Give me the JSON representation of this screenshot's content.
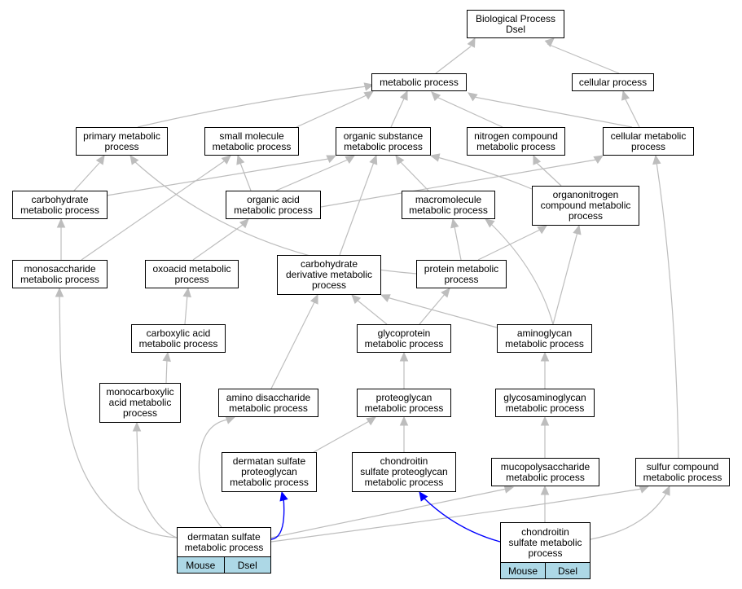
{
  "colors": {
    "edge": "#bdbdbd",
    "highlight_edge": "#0000ff",
    "badge": "#add8e6"
  },
  "nodes": {
    "bp_dsel": "Biological Process\nDsel",
    "metabolic": "metabolic process",
    "cellular": "cellular process",
    "primary": "primary metabolic\nprocess",
    "small_molecule": "small molecule\nmetabolic process",
    "organic_substance": "organic substance\nmetabolic process",
    "nitrogen_compound": "nitrogen compound\nmetabolic process",
    "cellular_metabolic": "cellular metabolic\nprocess",
    "carbohydrate": "carbohydrate\nmetabolic process",
    "organic_acid": "organic acid\nmetabolic process",
    "macromolecule": "macromolecule\nmetabolic process",
    "organonitrogen": "organonitrogen\ncompound metabolic\nprocess",
    "monosaccharide": "monosaccharide\nmetabolic process",
    "oxoacid": "oxoacid metabolic\nprocess",
    "carb_derivative": "carbohydrate\nderivative metabolic\nprocess",
    "protein": "protein metabolic\nprocess",
    "carboxylic": "carboxylic acid\nmetabolic process",
    "glycoprotein": "glycoprotein\nmetabolic process",
    "aminoglycan": "aminoglycan\nmetabolic process",
    "monocarboxylic": "monocarboxylic\nacid metabolic\nprocess",
    "amino_disaccharide": "amino disaccharide\nmetabolic process",
    "proteoglycan": "proteoglycan\nmetabolic process",
    "glycosaminoglycan": "glycosaminoglycan\nmetabolic process",
    "dermatan_pg": "dermatan sulfate\nproteoglycan\nmetabolic process",
    "chondroitin_pg": "chondroitin\nsulfate proteoglycan\nmetabolic process",
    "mucopolysaccharide": "mucopolysaccharide\nmetabolic process",
    "sulfur": "sulfur compound\nmetabolic process",
    "dermatan": "dermatan sulfate\nmetabolic process",
    "chondroitin": "chondroitin\nsulfate metabolic\nprocess"
  },
  "badges": {
    "dermatan": [
      "Mouse",
      "Dsel"
    ],
    "chondroitin": [
      "Mouse",
      "Dsel"
    ]
  }
}
